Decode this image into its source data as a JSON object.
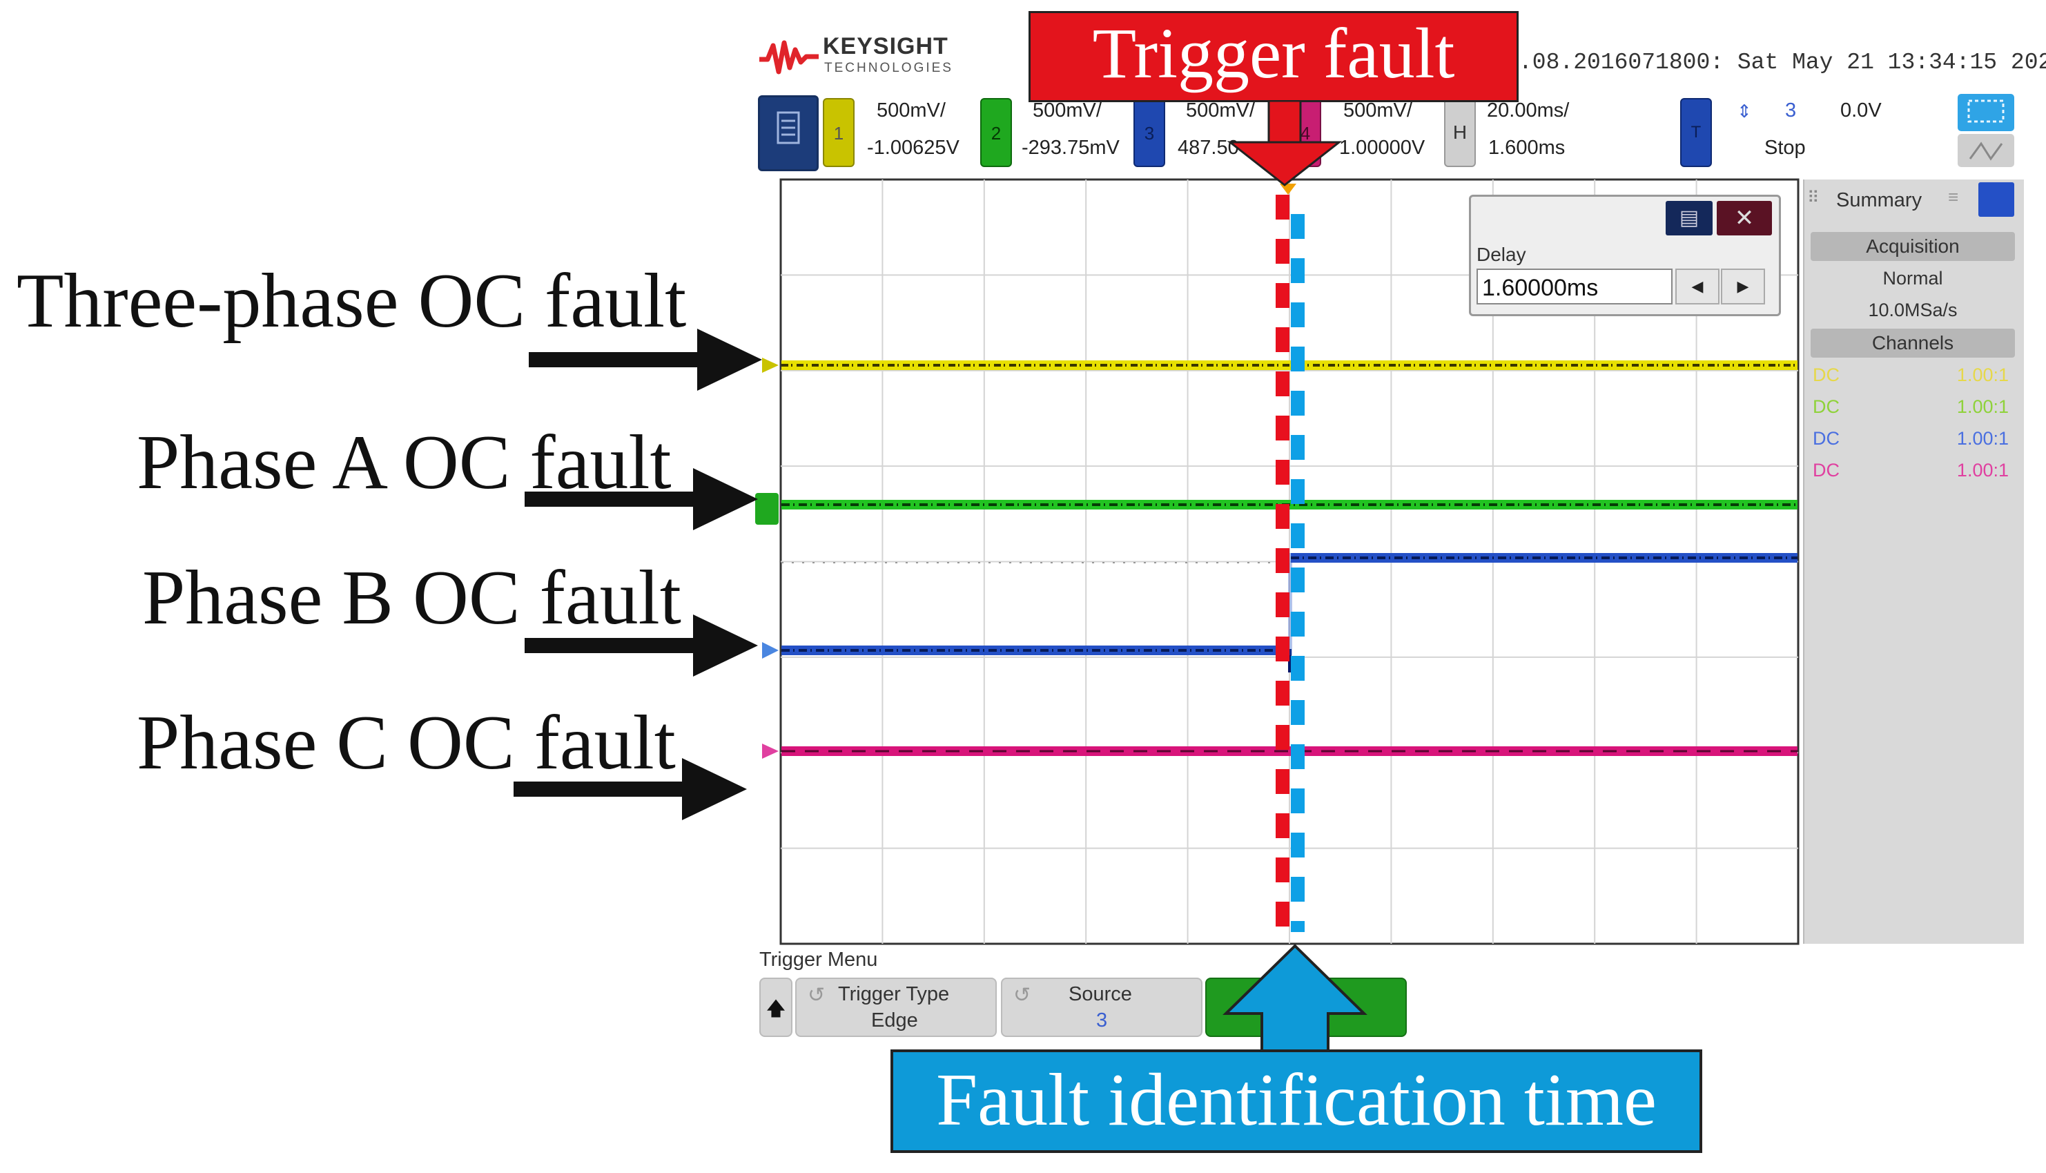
{
  "brand": {
    "name": "KEYSIGHT",
    "sub": "TECHNOLOGIES"
  },
  "status_line": ".08.2016071800: Sat May 21 13:34:15 2022",
  "channels": [
    {
      "num": "1",
      "scale": "500mV/",
      "offset": "-1.00625V",
      "color": "#c9c300"
    },
    {
      "num": "2",
      "scale": "500mV/",
      "offset": "-293.75mV",
      "color": "#1fa81f"
    },
    {
      "num": "3",
      "scale": "500mV/",
      "offset": "487.50",
      "color": "#1f48b0"
    },
    {
      "num": "4",
      "scale": "500mV/",
      "offset": "1.00000V",
      "color": "#c81e72"
    }
  ],
  "horizontal": {
    "label": "H",
    "scale": "20.00ms/",
    "delay": "1.600ms"
  },
  "trigger_status": {
    "label": "T",
    "source": "3",
    "level": "0.0V",
    "state": "Stop"
  },
  "delay_popup": {
    "label": "Delay",
    "value": "1.60000ms"
  },
  "sidebar": {
    "title": "Summary",
    "acquisition_header": "Acquisition",
    "acq_mode": "Normal",
    "sample_rate": "10.0MSa/s",
    "channels_header": "Channels",
    "rows": [
      {
        "coupling": "DC",
        "probe": "1.00:1",
        "color": "#e6d84a"
      },
      {
        "coupling": "DC",
        "probe": "1.00:1",
        "color": "#8fd23a"
      },
      {
        "coupling": "DC",
        "probe": "1.00:1",
        "color": "#4a6fe0"
      },
      {
        "coupling": "DC",
        "probe": "1.00:1",
        "color": "#e040a0"
      }
    ]
  },
  "trigger_menu": {
    "title": "Trigger Menu",
    "type_label": "Trigger Type",
    "type_value": "Edge",
    "source_label": "Source",
    "source_value": "3"
  },
  "annotations": {
    "trigger_fault": "Trigger fault",
    "fault_identification_time": "Fault identification time",
    "three_phase": "Three-phase OC fault",
    "phase_a": "Phase A OC fault",
    "phase_b": "Phase B OC fault",
    "phase_c": "Phase C OC fault"
  }
}
